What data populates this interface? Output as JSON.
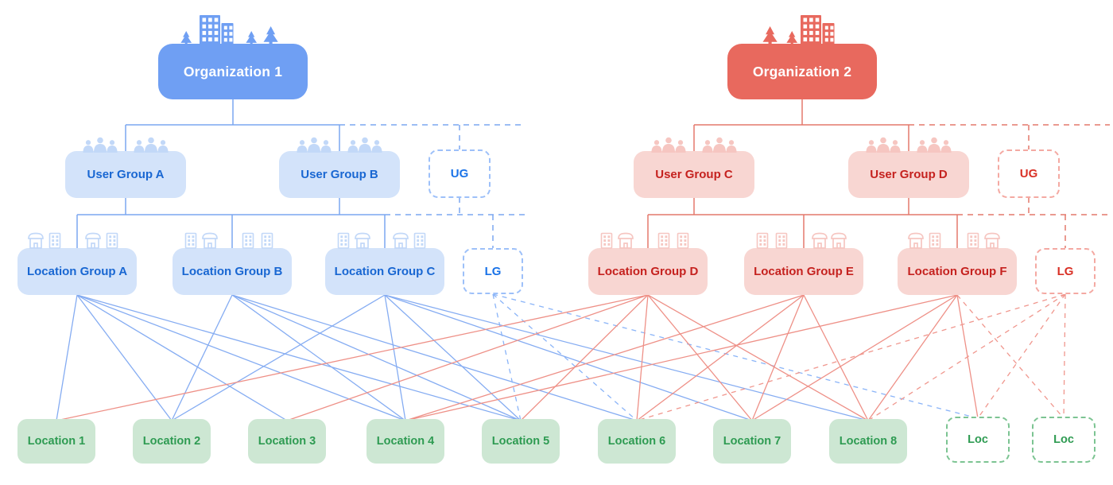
{
  "diagram": {
    "colors": {
      "org_blue": "#6F9FF3",
      "soft_blue_fill": "#D3E3FA",
      "blue_text": "#1967D2",
      "blue_line": "#85ACF2",
      "blue_icon": "#C2D8F8",
      "org_red": "#E8695E",
      "soft_red_fill": "#F8D6D2",
      "red_text": "#C5221F",
      "red_line": "#EE9087",
      "red_icon": "#F6C6C1",
      "green_fill": "#CDE7D3",
      "green_text": "#2E9B52",
      "green_border": "#7CC492"
    },
    "nodes": {
      "org1": {
        "label": "Organization 1",
        "icons": [
          "tree-small-icon",
          "city-building-icon",
          "tree-small-icon",
          "tree-medium-icon"
        ]
      },
      "ugA": {
        "label": "User Group A",
        "icons": [
          "people-group-icon",
          "people-group-icon"
        ]
      },
      "ugB": {
        "label": "User Group B",
        "icons": [
          "people-group-icon",
          "people-group-icon"
        ]
      },
      "ugX": {
        "label": "UG",
        "icons": []
      },
      "lgA": {
        "label": "Location Group A",
        "icons": [
          "store-icon",
          "building-icon",
          "store-icon",
          "building-icon"
        ]
      },
      "lgB": {
        "label": "Location Group B",
        "icons": [
          "building-icon",
          "store-icon",
          "building-icon",
          "building-icon"
        ]
      },
      "lgC": {
        "label": "Location Group C",
        "icons": [
          "building-icon",
          "store-icon",
          "store-icon",
          "building-icon"
        ]
      },
      "lgX": {
        "label": "LG",
        "icons": []
      },
      "org2": {
        "label": "Organization 2",
        "icons": [
          "tree-medium-icon",
          "tree-small-icon",
          "city-building-icon"
        ]
      },
      "ugC": {
        "label": "User Group C",
        "icons": [
          "people-group-icon",
          "people-group-icon"
        ]
      },
      "ugD": {
        "label": "User Group D",
        "icons": [
          "people-group-icon",
          "people-group-icon"
        ]
      },
      "ugY": {
        "label": "UG",
        "icons": []
      },
      "lgD": {
        "label": "Location Group D",
        "icons": [
          "building-icon",
          "store-icon",
          "building-icon",
          "building-icon"
        ]
      },
      "lgE": {
        "label": "Location Group E",
        "icons": [
          "building-icon",
          "building-icon",
          "store-icon",
          "store-icon"
        ]
      },
      "lgF": {
        "label": "Location Group F",
        "icons": [
          "store-icon",
          "building-icon",
          "building-icon",
          "store-icon"
        ]
      },
      "lgY": {
        "label": "LG",
        "icons": []
      },
      "loc1": {
        "label": "Location 1",
        "icons": []
      },
      "loc2": {
        "label": "Location 2",
        "icons": []
      },
      "loc3": {
        "label": "Location 3",
        "icons": []
      },
      "loc4": {
        "label": "Location 4",
        "icons": []
      },
      "loc5": {
        "label": "Location 5",
        "icons": []
      },
      "loc6": {
        "label": "Location 6",
        "icons": []
      },
      "loc7": {
        "label": "Location 7",
        "icons": []
      },
      "loc8": {
        "label": "Location 8",
        "icons": []
      },
      "locX": {
        "label": "Loc",
        "icons": []
      },
      "locY": {
        "label": "Loc",
        "icons": []
      }
    },
    "links": [
      {
        "from": "lgA",
        "to": "loc1",
        "style": "solid"
      },
      {
        "from": "lgA",
        "to": "loc2",
        "style": "solid"
      },
      {
        "from": "lgA",
        "to": "loc3",
        "style": "solid"
      },
      {
        "from": "lgA",
        "to": "loc4",
        "style": "solid"
      },
      {
        "from": "lgA",
        "to": "loc5",
        "style": "solid"
      },
      {
        "from": "lgB",
        "to": "loc2",
        "style": "solid"
      },
      {
        "from": "lgB",
        "to": "loc4",
        "style": "solid"
      },
      {
        "from": "lgB",
        "to": "loc5",
        "style": "solid"
      },
      {
        "from": "lgB",
        "to": "loc6",
        "style": "solid"
      },
      {
        "from": "lgC",
        "to": "loc2",
        "style": "solid"
      },
      {
        "from": "lgC",
        "to": "loc4",
        "style": "solid"
      },
      {
        "from": "lgC",
        "to": "loc5",
        "style": "solid"
      },
      {
        "from": "lgC",
        "to": "loc7",
        "style": "solid"
      },
      {
        "from": "lgC",
        "to": "loc8",
        "style": "solid"
      },
      {
        "from": "lgX",
        "to": "loc5",
        "style": "dashed"
      },
      {
        "from": "lgX",
        "to": "loc6",
        "style": "dashed"
      },
      {
        "from": "lgX",
        "to": "locX",
        "style": "dashed"
      },
      {
        "from": "lgD",
        "to": "loc1",
        "style": "solid"
      },
      {
        "from": "lgD",
        "to": "loc3",
        "style": "solid"
      },
      {
        "from": "lgD",
        "to": "loc5",
        "style": "solid"
      },
      {
        "from": "lgD",
        "to": "loc6",
        "style": "solid"
      },
      {
        "from": "lgD",
        "to": "loc7",
        "style": "solid"
      },
      {
        "from": "lgD",
        "to": "loc8",
        "style": "solid"
      },
      {
        "from": "lgE",
        "to": "loc4",
        "style": "solid"
      },
      {
        "from": "lgE",
        "to": "loc6",
        "style": "solid"
      },
      {
        "from": "lgE",
        "to": "loc7",
        "style": "solid"
      },
      {
        "from": "lgE",
        "to": "loc8",
        "style": "solid"
      },
      {
        "from": "lgF",
        "to": "loc4",
        "style": "solid"
      },
      {
        "from": "lgF",
        "to": "loc7",
        "style": "solid"
      },
      {
        "from": "lgF",
        "to": "loc8",
        "style": "solid"
      },
      {
        "from": "lgF",
        "to": "locX",
        "style": "solid"
      },
      {
        "from": "lgF",
        "to": "locY",
        "style": "dashed"
      },
      {
        "from": "lgY",
        "to": "loc6",
        "style": "dashed"
      },
      {
        "from": "lgY",
        "to": "loc8",
        "style": "dashed"
      },
      {
        "from": "lgY",
        "to": "locX",
        "style": "dashed"
      },
      {
        "from": "lgY",
        "to": "locY",
        "style": "dashed"
      }
    ]
  }
}
